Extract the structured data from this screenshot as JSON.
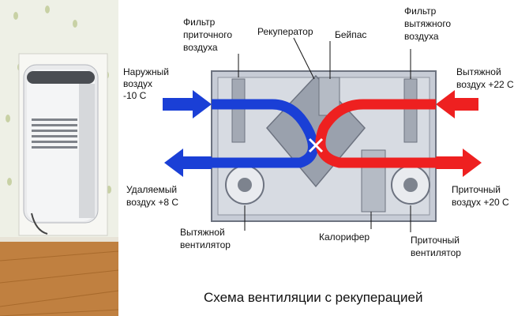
{
  "labels": {
    "outdoor_air": [
      "Наружный",
      "воздух",
      "-10 С"
    ],
    "supply_filter": [
      "Фильтр",
      "приточного",
      "воздуха"
    ],
    "recuperator": "Рекуператор",
    "bypass": "Бейпас",
    "exhaust_filter": [
      "Фильтр",
      "вытяжного",
      "воздуха"
    ],
    "extract_air": [
      "Вытяжной",
      "воздух +22 С"
    ],
    "discharged_air": [
      "Удаляемый",
      "воздух +8 С"
    ],
    "supply_air": [
      "Приточный",
      "воздух +20 С"
    ],
    "exhaust_fan": [
      "Вытяжной",
      "вентилятор"
    ],
    "heater": "Калорифер",
    "supply_fan": [
      "Приточный",
      "вентилятор"
    ]
  },
  "caption": "Схема вентиляции с рекуперацией",
  "colors": {
    "cold": "#1a3fd6",
    "warm": "#ee2020",
    "unit": "#c7ccd6",
    "unit_edge": "#6d7380",
    "core": "#9aa1ad"
  }
}
